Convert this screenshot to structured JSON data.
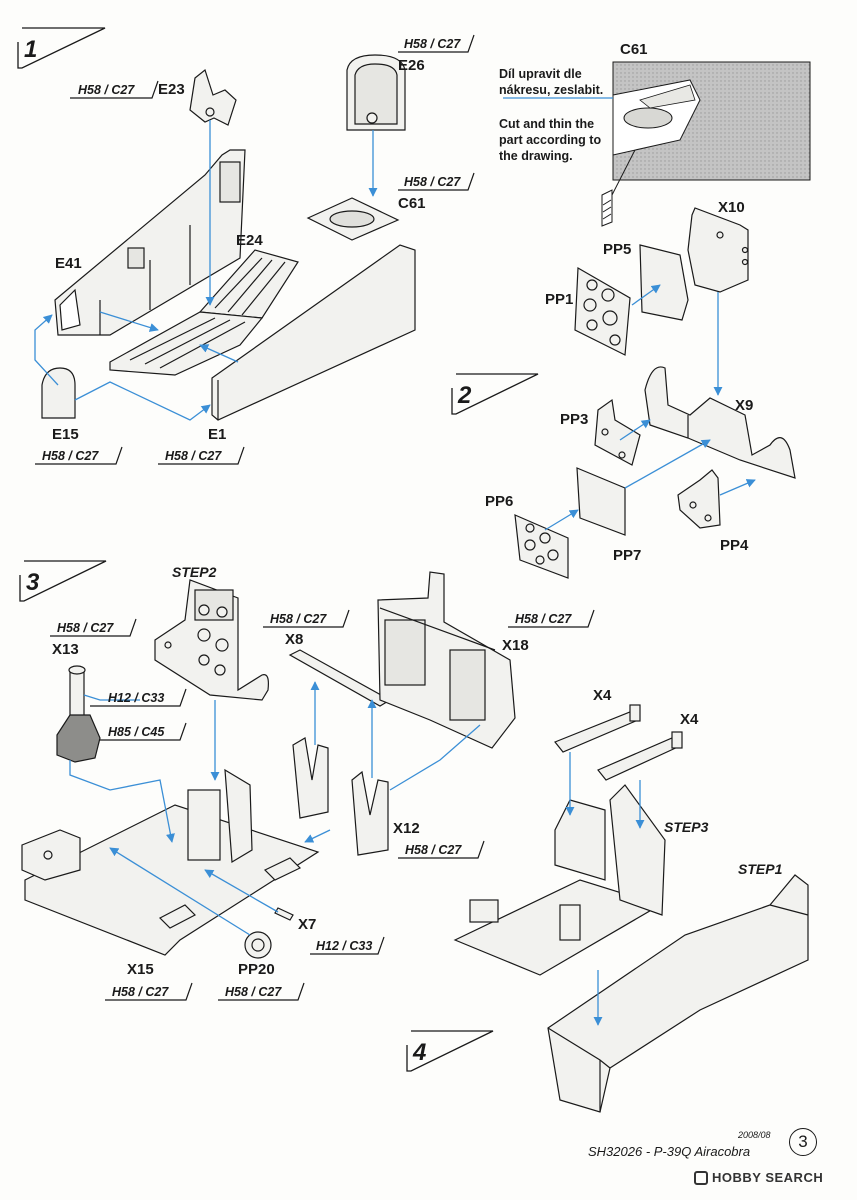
{
  "steps": {
    "step1": "1",
    "step2": "2",
    "step3": "3",
    "step4": "4"
  },
  "paint_code": "H58 / C27",
  "paint_code_alt1": "H12 / C33",
  "paint_code_alt2": "H85 / C45",
  "parts": {
    "e23": "E23",
    "e26": "E26",
    "c61": "C61",
    "c61_detail": "C61",
    "e24": "E24",
    "e41": "E41",
    "e15": "E15",
    "e1": "E1",
    "x10": "X10",
    "pp5": "PP5",
    "pp1": "PP1",
    "pp3": "PP3",
    "x9": "X9",
    "pp6": "PP6",
    "pp7": "PP7",
    "pp4": "PP4",
    "x13": "X13",
    "x8": "X8",
    "x18": "X18",
    "x12": "X12",
    "x7": "X7",
    "x15": "X15",
    "pp20": "PP20",
    "x4a": "X4",
    "x4b": "X4"
  },
  "step_refs": {
    "step2": "STEP2",
    "step3": "STEP3",
    "step1": "STEP1"
  },
  "note": {
    "cz_line1": "Díl upravit dle",
    "cz_line2": "nákresu, zeslabit.",
    "en_line1": "Cut and thin the",
    "en_line2": "part according to",
    "en_line3": "the drawing."
  },
  "footer": {
    "date": "2008/08",
    "title": "SH32026 - P-39Q Airacobra",
    "page": "3"
  },
  "watermark": "HOBBY SEARCH",
  "colors": {
    "arrow": "#3b8fd6",
    "line": "#1a1a1a",
    "part_fill": "#f2f2ef",
    "detail_fill": "#bdbdbd"
  }
}
